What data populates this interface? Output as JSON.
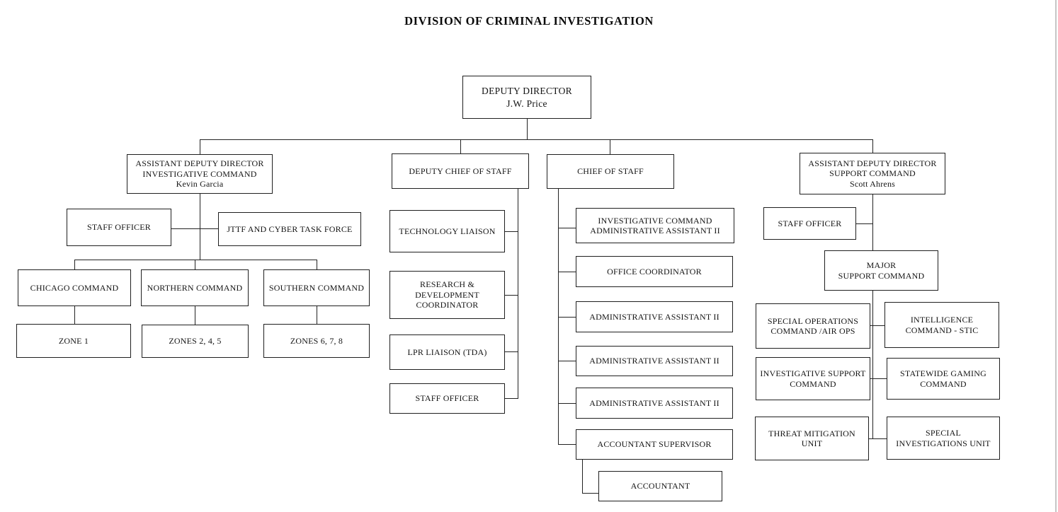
{
  "page": {
    "title": "DIVISION OF CRIMINAL INVESTIGATION"
  },
  "colors": {
    "background": "#ffffff",
    "box_border": "#1f1f1f",
    "connector": "#222222",
    "page_edge": "#c6c6c6",
    "text": "#141414"
  },
  "nodes": {
    "deputy_director": {
      "lines": [
        "DEPUTY DIRECTOR",
        "J.W. Price"
      ]
    },
    "add_investigative": {
      "lines": [
        "ASSISTANT DEPUTY DIRECTOR",
        "INVESTIGATIVE COMMAND",
        "Kevin Garcia"
      ]
    },
    "staff_officer_inv": {
      "lines": [
        "STAFF OFFICER"
      ]
    },
    "jttf_cyber": {
      "lines": [
        "JTTF AND CYBER TASK FORCE"
      ]
    },
    "chicago_command": {
      "lines": [
        "CHICAGO COMMAND"
      ]
    },
    "northern_command": {
      "lines": [
        "NORTHERN COMMAND"
      ]
    },
    "southern_command": {
      "lines": [
        "SOUTHERN COMMAND"
      ]
    },
    "zone_1": {
      "lines": [
        "ZONE 1"
      ]
    },
    "zones_245": {
      "lines": [
        "ZONES 2, 4, 5"
      ]
    },
    "zones_678": {
      "lines": [
        "ZONES 6, 7, 8"
      ]
    },
    "deputy_chief_of_staff": {
      "lines": [
        "DEPUTY CHIEF OF STAFF"
      ]
    },
    "technology_liaison": {
      "lines": [
        "TECHNOLOGY LIAISON"
      ]
    },
    "research_development": {
      "lines": [
        "RESEARCH &",
        "DEVELOPMENT",
        "COORDINATOR"
      ]
    },
    "lpr_liaison": {
      "lines": [
        "LPR LIAISON (TDA)"
      ]
    },
    "staff_officer_dcos": {
      "lines": [
        "STAFF OFFICER"
      ]
    },
    "chief_of_staff": {
      "lines": [
        "CHIEF OF STAFF"
      ]
    },
    "invcmd_admin_assistant": {
      "lines": [
        "INVESTIGATIVE COMMAND",
        "ADMINISTRATIVE ASSISTANT II"
      ]
    },
    "office_coordinator": {
      "lines": [
        "OFFICE COORDINATOR"
      ]
    },
    "admin_assistant_1": {
      "lines": [
        "ADMINISTRATIVE ASSISTANT II"
      ]
    },
    "admin_assistant_2": {
      "lines": [
        "ADMINISTRATIVE ASSISTANT II"
      ]
    },
    "admin_assistant_3": {
      "lines": [
        "ADMINISTRATIVE ASSISTANT II"
      ]
    },
    "accountant_supervisor": {
      "lines": [
        "ACCOUNTANT SUPERVISOR"
      ]
    },
    "accountant": {
      "lines": [
        "ACCOUNTANT"
      ]
    },
    "add_support": {
      "lines": [
        "ASSISTANT DEPUTY DIRECTOR",
        "SUPPORT COMMAND",
        "Scott Ahrens"
      ]
    },
    "staff_officer_support": {
      "lines": [
        "STAFF OFFICER"
      ]
    },
    "major_support_command": {
      "lines": [
        "MAJOR",
        "SUPPORT COMMAND"
      ]
    },
    "special_operations": {
      "lines": [
        "SPECIAL OPERATIONS",
        "COMMAND /AIR OPS"
      ]
    },
    "intelligence_stic": {
      "lines": [
        "INTELLIGENCE",
        "COMMAND - STIC"
      ]
    },
    "investigative_support": {
      "lines": [
        "INVESTIGATIVE SUPPORT",
        "COMMAND"
      ]
    },
    "statewide_gaming": {
      "lines": [
        "STATEWIDE GAMING",
        "COMMAND"
      ]
    },
    "threat_mitigation": {
      "lines": [
        "THREAT MITIGATION",
        "UNIT"
      ]
    },
    "special_investigations": {
      "lines": [
        "SPECIAL",
        "INVESTIGATIONS UNIT"
      ]
    }
  }
}
